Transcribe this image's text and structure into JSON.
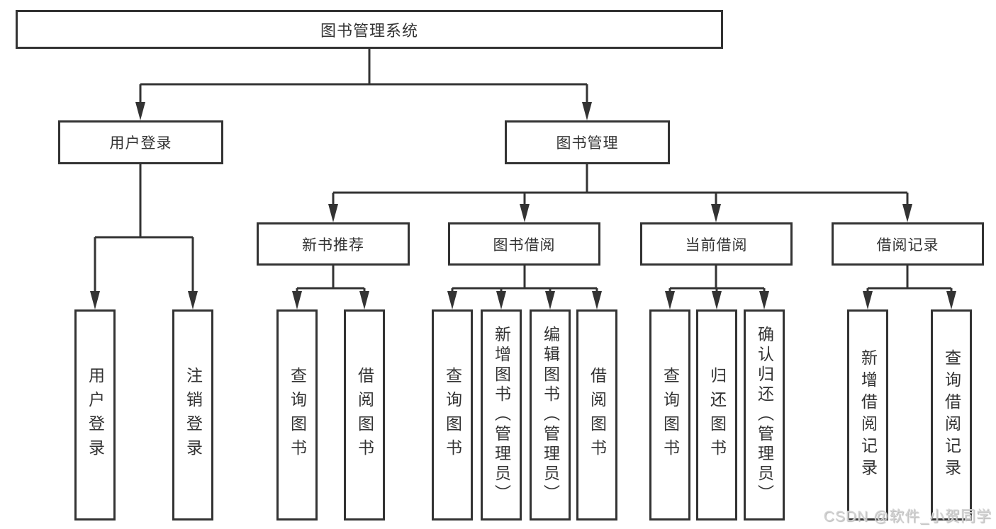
{
  "diagram": {
    "type": "org-tree",
    "line_color": "#333333",
    "box_fill": "#ffffff",
    "text_color": "#333333",
    "nodes": {
      "root": "图书管理系统",
      "user_login": "用户登录",
      "book_mgmt": "图书管理",
      "new_book_rec": "新书推荐",
      "book_borrow": "图书借阅",
      "current_borrow": "当前借阅",
      "borrow_records": "借阅记录",
      "leaf_user_login": "用户登录",
      "leaf_logout": "注销登录",
      "leaf_query_book_rec": "查询图书",
      "leaf_borrow_book_rec": "借阅图书",
      "leaf_query_book_borrow": "查询图书",
      "leaf_add_book": "新增图书（管理员）",
      "leaf_edit_book": "编辑图书（管理员）",
      "leaf_borrow_book_borrow": "借阅图书",
      "leaf_query_book_current": "查询图书",
      "leaf_return_book": "归还图书",
      "leaf_confirm_return": "确认归还（管理员）",
      "leaf_add_record": "新增借阅记录",
      "leaf_query_record": "查询借阅记录"
    },
    "hierarchy": {
      "图书管理系统": {
        "用户登录": [
          "用户登录",
          "注销登录"
        ],
        "图书管理": {
          "新书推荐": [
            "查询图书",
            "借阅图书"
          ],
          "图书借阅": [
            "查询图书",
            "新增图书（管理员）",
            "编辑图书（管理员）",
            "借阅图书"
          ],
          "当前借阅": [
            "查询图书",
            "归还图书",
            "确认归还（管理员）"
          ],
          "借阅记录": [
            "新增借阅记录",
            "查询借阅记录"
          ]
        }
      }
    },
    "watermark": "CSDN @软件_小贺同学"
  }
}
